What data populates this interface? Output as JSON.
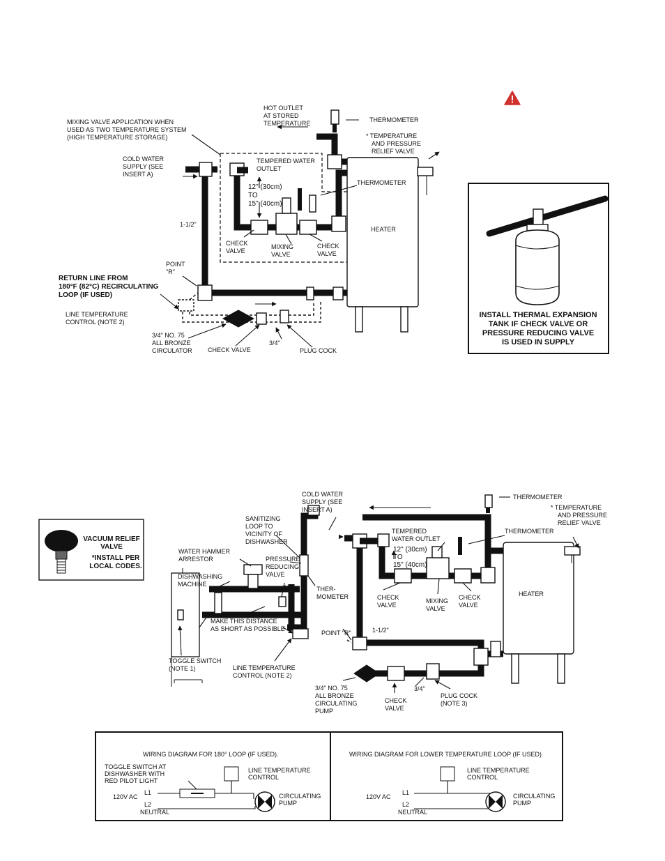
{
  "warning_icon": "warning-triangle-icon",
  "top_diagram": {
    "mixing_app": [
      "MIXING VALVE APPLICATION WHEN",
      "USED AS TWO TEMPERATURE SYSTEM",
      "(HIGH TEMPERATURE STORAGE)"
    ],
    "hot_outlet": [
      "HOT OUTLET",
      "AT STORED",
      "TEMPERATURE"
    ],
    "thermometer_top": "THERMOMETER",
    "tp_relief": [
      "* TEMPERATURE",
      "AND PRESSURE",
      "RELIEF VALVE"
    ],
    "cold_supply": [
      "COLD WATER",
      "SUPPLY (SEE",
      "INSERT A)"
    ],
    "tempered_outlet": [
      "TEMPERED WATER",
      "OUTLET"
    ],
    "thermometer_mid": "THERMOMETER",
    "distance": [
      "12\" (30cm)",
      "TO",
      "15\" (40cm)"
    ],
    "heater": "HEATER",
    "pipe_size": "1-1/2\"",
    "check_valve_left": [
      "CHECK",
      "VALVE"
    ],
    "mixing_valve": [
      "MIXING",
      "VALVE"
    ],
    "check_valve_right": [
      "CHECK",
      "VALVE"
    ],
    "point_r": [
      "POINT",
      "\"R\""
    ],
    "return_line": [
      "RETURN LINE FROM",
      "180°F (82°C) RECIRCULATING",
      "LOOP (IF USED)"
    ],
    "line_temp": [
      "LINE TEMPERATURE",
      "CONTROL (NOTE 2)"
    ],
    "circulator": [
      "3/4\" NO. 75",
      "ALL BRONZE",
      "CIRCULATOR"
    ],
    "check_valve_bottom": "CHECK VALVE",
    "three_quarter": "3/4\"",
    "plug_cock": "PLUG COCK"
  },
  "expansion_box": {
    "text": [
      "INSTALL THERMAL EXPANSION",
      "TANK IF CHECK VALVE OR",
      "PRESSURE REDUCING VALVE",
      "IS USED IN SUPPLY"
    ]
  },
  "vacuum_box": {
    "title": [
      "VACUUM RELIEF",
      "VALVE"
    ],
    "note": [
      "*INSTALL PER",
      "LOCAL CODES."
    ]
  },
  "bottom_diagram": {
    "cold_supply": [
      "COLD WATER",
      "SUPPLY (SEE",
      "INSERT A)"
    ],
    "thermometer_top": "THERMOMETER",
    "tp_relief": [
      "* TEMPERATURE",
      "AND PRESSURE",
      "RELIEF VALVE"
    ],
    "sanitizing": [
      "SANITIZING",
      "LOOP TO",
      "VICINITY OF",
      "DISHWASHER"
    ],
    "tempered_outlet": [
      "TEMPERED",
      "WATER OUTLET"
    ],
    "thermometer_mid": "THERMOMETER",
    "distance": [
      "12\" (30cm)",
      "TO",
      "15\" (40cm)"
    ],
    "water_hammer": [
      "WATER HAMMER",
      "ARRESTOR"
    ],
    "prv": [
      "PRESSURE",
      "REDUCING",
      "VALVE"
    ],
    "dishwasher": [
      "DISHWASHING",
      "MACHINE"
    ],
    "three_quarter_a": "3/4\"",
    "thermometer_side": [
      "THER-",
      "MOMETER"
    ],
    "check_valve_left": [
      "CHECK",
      "VALVE"
    ],
    "mixing_valve": [
      "MIXING",
      "VALVE"
    ],
    "check_valve_right": [
      "CHECK",
      "VALVE"
    ],
    "heater": "HEATER",
    "short_distance": [
      "MAKE THIS DISTANCE",
      "AS SHORT AS POSSIBLE"
    ],
    "point_r": "POINT \"R\"",
    "pipe_size": "1-1/2\"",
    "toggle": [
      "TOGGLE SWITCH",
      "(NOTE 1)"
    ],
    "line_temp": [
      "LINE TEMPERATURE",
      "CONTROL (NOTE 2)"
    ],
    "pump": [
      "3/4\" NO. 75",
      "ALL BRONZE",
      "CIRCULATING",
      "PUMP"
    ],
    "check_valve_bottom": [
      "CHECK",
      "VALVE"
    ],
    "three_quarter_b": "3/4\"",
    "plug_cock": [
      "PLUG COCK",
      "(NOTE 3)"
    ]
  },
  "wiring_left": {
    "title": "WIRING DIAGRAM FOR 180° LOOP (IF USED).",
    "toggle": [
      "TOGGLE SWITCH AT",
      "DISHWASHER WITH",
      "RED PILOT LIGHT"
    ],
    "control": [
      "LINE TEMPERATURE",
      "CONTROL"
    ],
    "voltage": "120V AC",
    "l1": "L1",
    "l2": "L2",
    "neutral": "NEUTRAL",
    "pump": [
      "CIRCULATING",
      "PUMP"
    ]
  },
  "wiring_right": {
    "title": "WIRING DIAGRAM FOR LOWER TEMPERATURE LOOP (IF USED)",
    "control": [
      "LINE TEMPERATURE",
      "CONTROL"
    ],
    "voltage": "120V AC",
    "l1": "L1",
    "l2": "L2",
    "neutral": "NEUTRAL",
    "pump": [
      "CIRCULATING",
      "PUMP"
    ]
  }
}
